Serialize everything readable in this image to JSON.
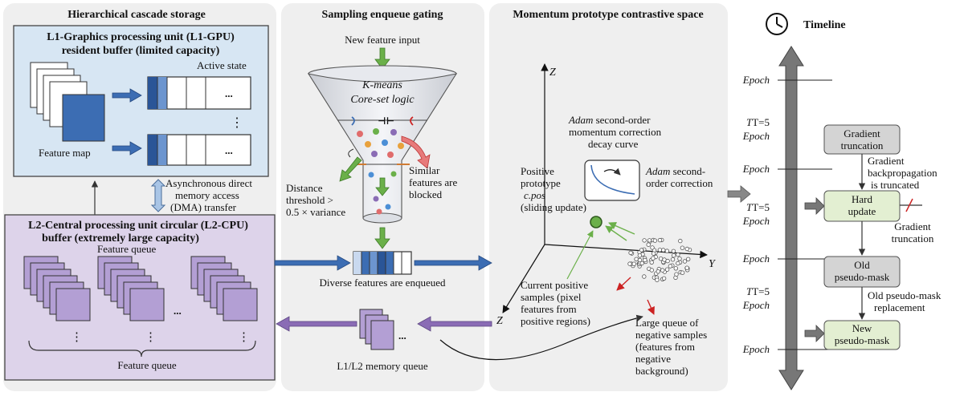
{
  "panels": {
    "storage_title": "Hierarchical cascade storage",
    "gating_title": "Sampling enqueue gating",
    "contrastive_title": "Momentum prototype contrastive space",
    "timeline_title": "Timeline"
  },
  "l1": {
    "title_line1": "L1-Graphics processing unit (L1-GPU)",
    "title_line2": "resident buffer (limited capacity)",
    "active_state": "Active state",
    "feature_map": "Feature map",
    "ellipsis": "...",
    "vdots": "⋮"
  },
  "dma": {
    "line1": "Asynchronous direct",
    "line2": "memory access",
    "line3": "(DMA) transfer"
  },
  "l2": {
    "title_line1": "L2-Central processing unit circular (L2-CPU)",
    "title_line2": "buffer (extremely large capacity)",
    "feature_queue_top": "Feature queue",
    "feature_queue_bottom": "Feature queue",
    "ellipsis": "...",
    "vdots": "⋮"
  },
  "gating": {
    "new_input": "New feature input",
    "kmeans": "K-means",
    "coreset": "Core-set logic",
    "similar_line1": "Similar",
    "similar_line2": "features are",
    "similar_line3": "blocked",
    "distance_line1": "Distance",
    "distance_line2": "threshold >",
    "distance_line3": "0.5 × variance",
    "enqueued": "Diverse features are enqueued",
    "memory_queue": "L1/L2 memory queue",
    "ellipsis": "..."
  },
  "contrastive": {
    "axis_z_top": "Z",
    "axis_y": "Y",
    "axis_z_front": "Z",
    "adam_curve_line1": "Adam",
    "adam_curve_line1_rest": " second-order",
    "adam_curve_line2": "momentum correction",
    "adam_curve_line3": "decay curve",
    "adam_corr_line1": "Adam",
    "adam_corr_line1_rest": " second-",
    "adam_corr_line2": "order correction",
    "pos_line1": "Positive",
    "pos_line2": "prototype",
    "pos_line3": "c.pos",
    "pos_line4": "(sliding update)",
    "current_line1": "Current positive",
    "current_line2": "samples (pixel",
    "current_line3": "features from",
    "current_line4": "positive regions)",
    "neg_line1": "Large queue of",
    "neg_line2": "negative samples",
    "neg_line3": "(features from",
    "neg_line4": "negative",
    "neg_line5": "background)"
  },
  "timeline": {
    "epoch_1": "Epoch",
    "t5_1": "T=5",
    "epoch_t5_1": "Epoch",
    "epoch_2": "Epoch",
    "t5_2": "T=5",
    "epoch_t5_2": "Epoch",
    "epoch_3": "Epoch",
    "t5_3": "T=5",
    "epoch_t5_3": "Epoch",
    "epoch_4": "Epoch",
    "gradient_trunc_box_1": "Gradient",
    "gradient_trunc_box_2": "truncation",
    "backprop_line1": "Gradient",
    "backprop_line2": "backpropagation",
    "backprop_line3": "is truncated",
    "hard_update_1": "Hard",
    "hard_update_2": "update",
    "gradient_trunc_side_1": "Gradient",
    "gradient_trunc_side_2": "truncation",
    "old_mask_1": "Old",
    "old_mask_2": "pseudo-mask",
    "replacement_1": "Old pseudo-mask",
    "replacement_2": "replacement",
    "new_mask_1": "New",
    "new_mask_2": "pseudo-mask"
  },
  "colors": {
    "panel_bg": "#efefef",
    "l1_bg": "#d7e6f3",
    "l2_bg": "#ddd3ea",
    "blue": "#3c6db3",
    "purple": "#8a6cb5",
    "green": "#6bb04a",
    "red": "#cc2222",
    "gray_box": "#d4d4d4",
    "green_box": "#e3efd2"
  }
}
